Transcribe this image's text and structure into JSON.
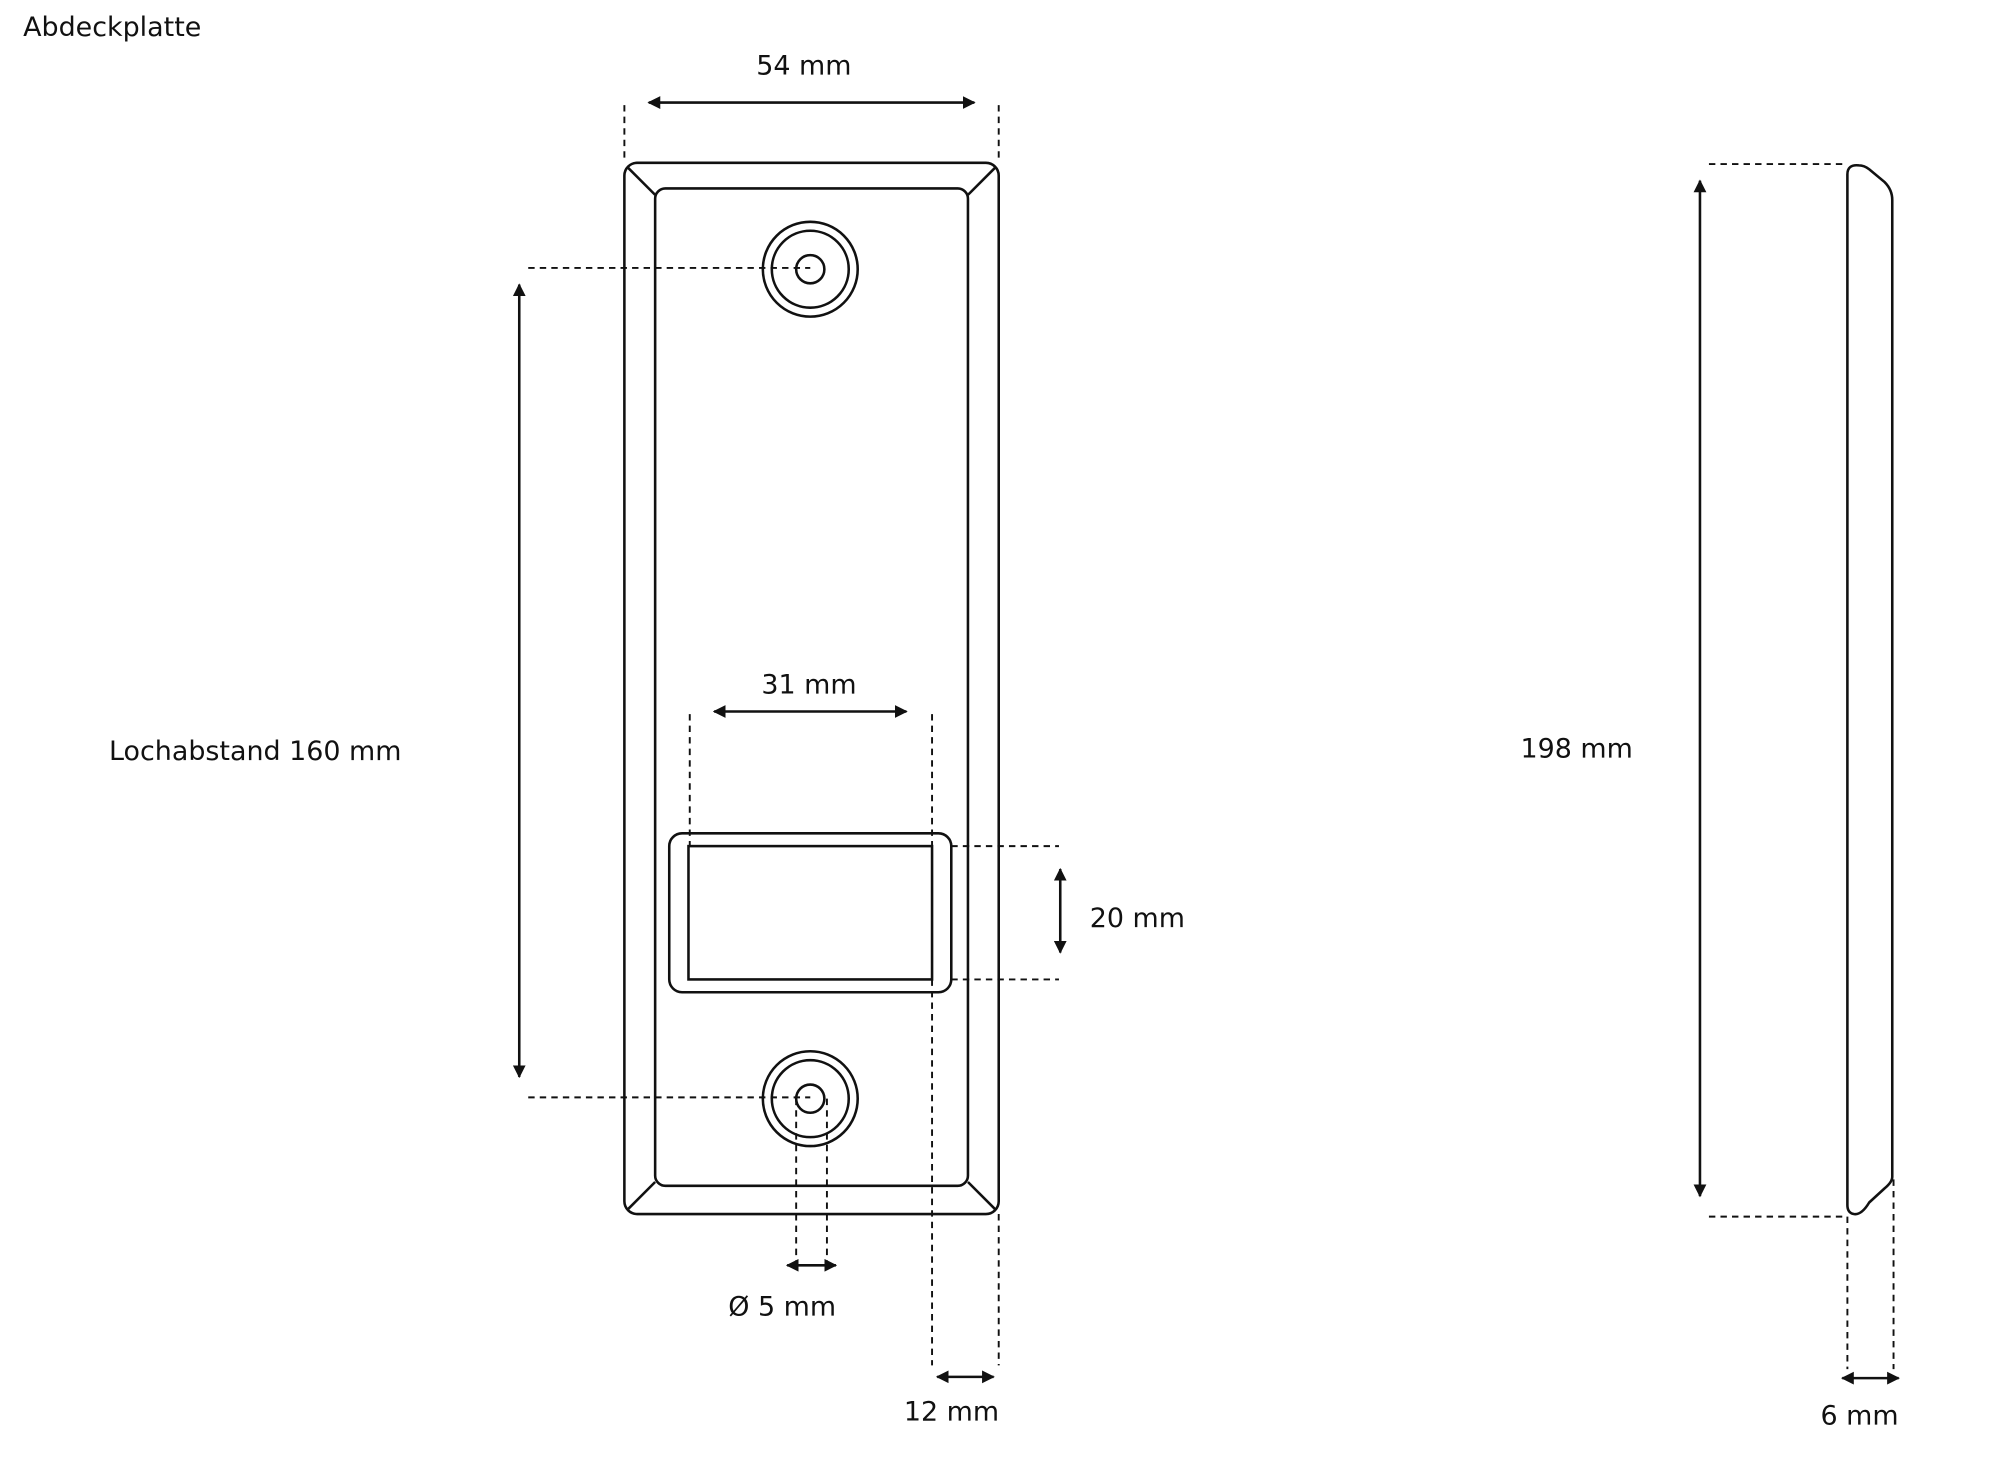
{
  "title": "Abdeckplatte",
  "dimensions": {
    "width": "54 mm",
    "hole_spacing": "Lochabstand 160 mm",
    "window_width": "31 mm",
    "window_height": "20 mm",
    "hole_diameter": "Ø 5 mm",
    "edge_offset": "12 mm",
    "height": "198 mm",
    "depth": "6 mm"
  }
}
